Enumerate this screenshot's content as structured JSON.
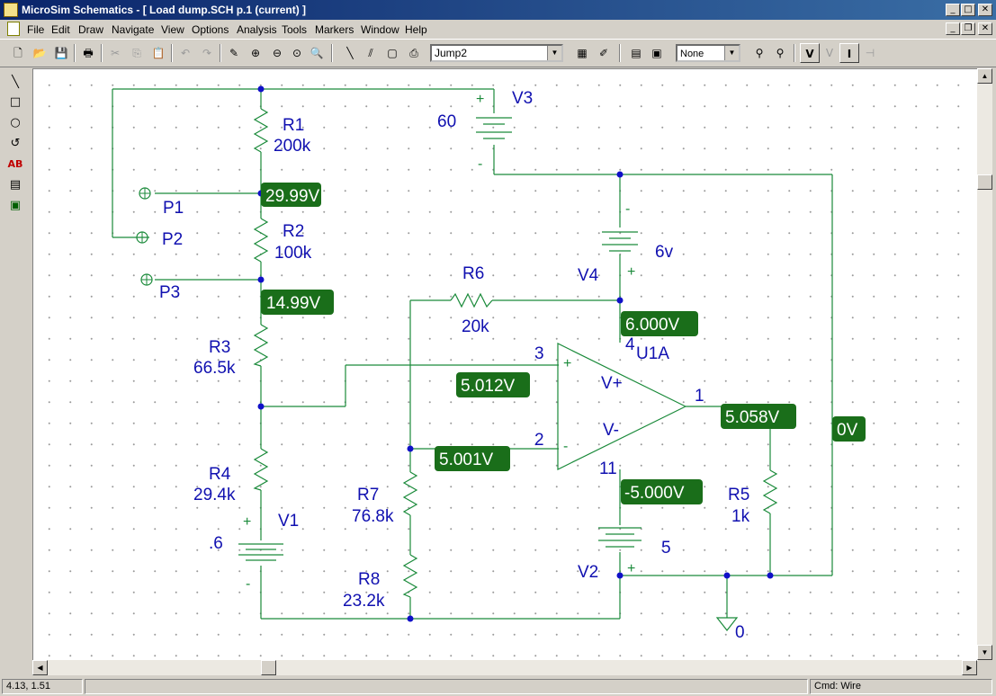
{
  "window": {
    "title": "MicroSim Schematics - [ Load dump.SCH  p.1 (current)  ]"
  },
  "menu": [
    "File",
    "Edit",
    "Draw",
    "Navigate",
    "View",
    "Options",
    "Analysis",
    "Tools",
    "Markers",
    "Window",
    "Help"
  ],
  "toolbar": {
    "part_box": "Jump2",
    "marker_box": "None"
  },
  "statusbar": {
    "coords": "4.13,  1.51",
    "command": "Cmd: Wire"
  },
  "schematic": {
    "parts": [
      {
        "ref": "R1",
        "value": "200k"
      },
      {
        "ref": "R2",
        "value": "100k"
      },
      {
        "ref": "R3",
        "value": "66.5k"
      },
      {
        "ref": "R4",
        "value": "29.4k"
      },
      {
        "ref": "R5",
        "value": "1k"
      },
      {
        "ref": "R6",
        "value": "20k"
      },
      {
        "ref": "R7",
        "value": "76.8k"
      },
      {
        "ref": "R8",
        "value": "23.2k"
      },
      {
        "ref": "V1",
        "value": ".6"
      },
      {
        "ref": "V2",
        "value": "5"
      },
      {
        "ref": "V3",
        "value": "60"
      },
      {
        "ref": "V4",
        "value": "6v"
      },
      {
        "ref": "U1A"
      }
    ],
    "ports": [
      "P1",
      "P2",
      "P3"
    ],
    "ground_label": "0",
    "opamp_pins": [
      "3",
      "2",
      "1",
      "4",
      "11"
    ],
    "opamp_labels": [
      "V+",
      "V-"
    ],
    "voltage_markers": [
      "29.99V",
      "14.99V",
      "6.000V",
      "5.012V",
      "5.001V",
      "5.058V",
      "-5.000V",
      "0V"
    ],
    "colors": {
      "wire": "#1a8a3a",
      "part": "#1a8a3a",
      "label": "#1010b0",
      "node": "#1010c8",
      "marker_bg": "#1a6e1a",
      "marker_text": "#ffffff"
    }
  }
}
